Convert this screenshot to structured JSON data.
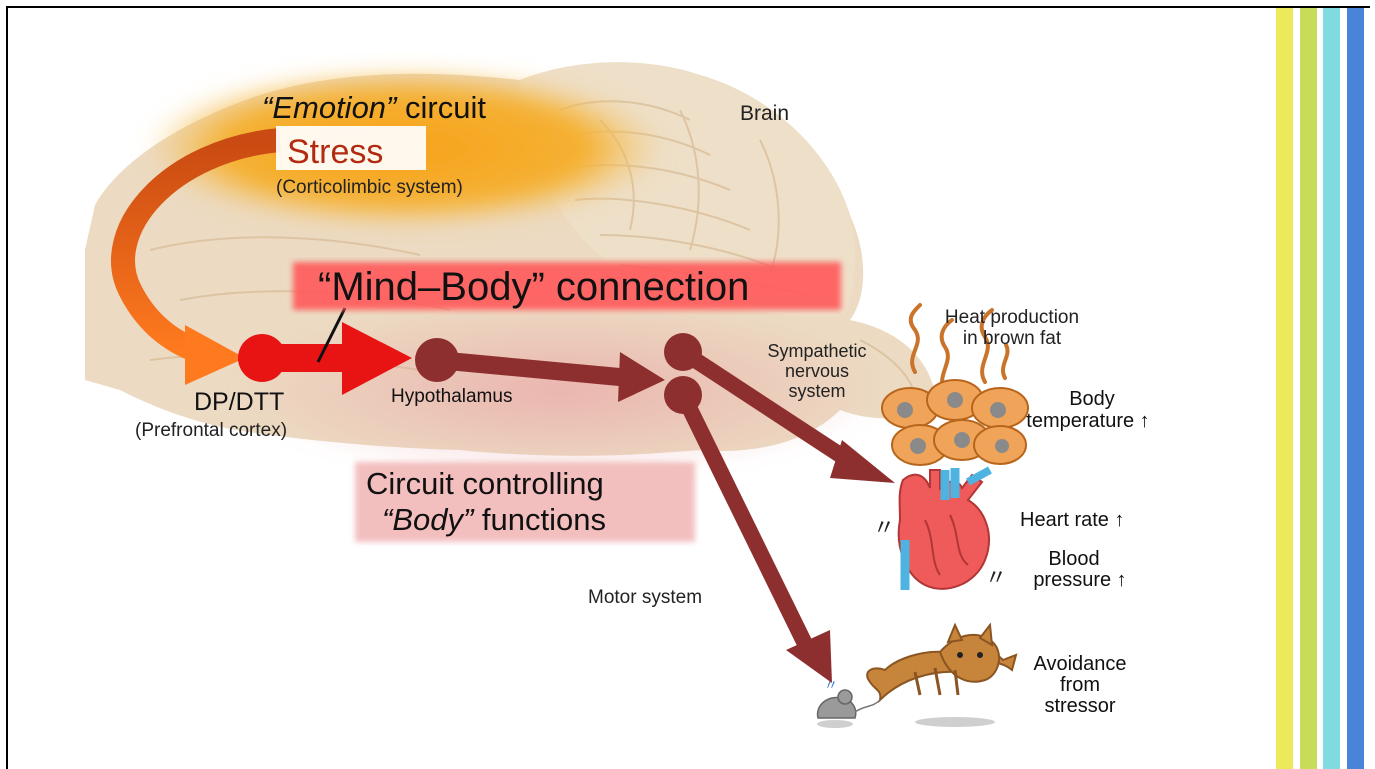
{
  "labels": {
    "emotion_word": "“Emotion”",
    "emotion_rest": " circuit",
    "stress": "Stress",
    "corticolimbic": "(Corticolimbic system)",
    "brain": "Brain",
    "mind_body": "“Mind–Body” connection",
    "dp_dtt": "DP/DTT",
    "prefrontal": "(Prefrontal cortex)",
    "hypothalamus": "Hypothalamus",
    "sympathetic_1": "Sympathetic",
    "sympathetic_2": "nervous",
    "sympathetic_3": "system",
    "heat_1": "Heat production",
    "heat_2": "in brown fat",
    "body_temp_1": "Body",
    "body_temp_2": "temperature ↑",
    "circuit_1": "Circuit controlling",
    "circuit_2_word": "“Body”",
    "circuit_2_rest": " functions",
    "heart_rate": "Heart rate ↑",
    "blood_1": "Blood",
    "blood_2": "pressure ↑",
    "motor": "Motor system",
    "avoid_1": "Avoidance",
    "avoid_2": "from",
    "avoid_3": "stressor"
  },
  "colors": {
    "emotion_glow": "#f5a623",
    "stress_text": "#b22a10",
    "mind_body_box": "#ff5a5a",
    "circuit_box": "#f2b8b8",
    "main_red": "#e81313",
    "pathway_maroon": "#8e2f2f",
    "orange_arrow": "#f26a1b",
    "brain_tan": "#e8d2b6",
    "stripe_yellow": "#ece95a",
    "stripe_lime": "#c8dc5a",
    "stripe_cyan": "#7fdbe0",
    "stripe_blue": "#4a84d8"
  }
}
